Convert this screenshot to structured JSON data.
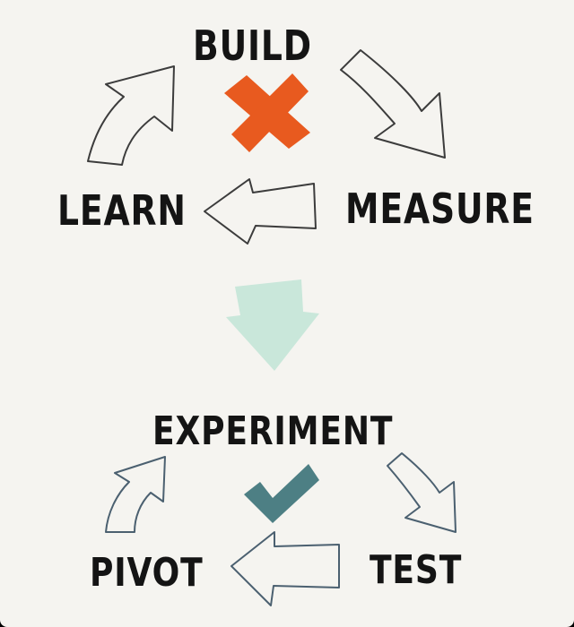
{
  "top_cycle": {
    "build": "BUILD",
    "measure": "MEASURE",
    "learn": "LEARN"
  },
  "bottom_cycle": {
    "experiment": "EXPERIMENT",
    "test": "TEST",
    "pivot": "PIVOT"
  },
  "colors": {
    "background": "#f5f4f0",
    "ink": "#141414",
    "cross": "#e85a1f",
    "transition_arrow": "#c9e7da",
    "check": "#4d7f84",
    "outline_top": "#3c3c3c",
    "outline_bottom": "#4b6070"
  },
  "icons": {
    "top_status": "cross-icon",
    "bottom_status": "check-icon",
    "transition": "down-arrow-icon"
  }
}
